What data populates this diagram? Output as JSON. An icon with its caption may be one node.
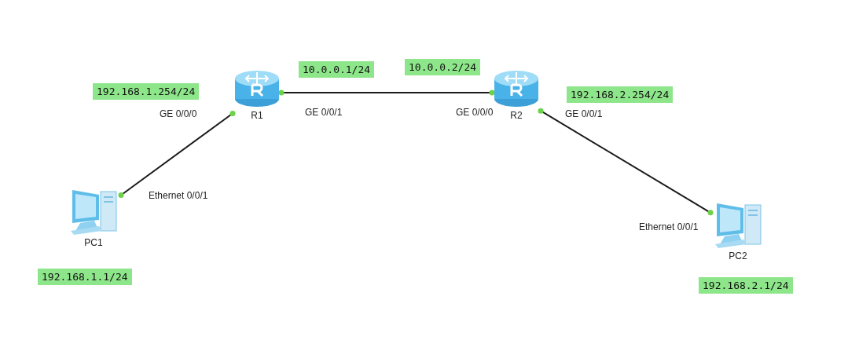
{
  "diagram": {
    "nodes": [
      {
        "text": [
          "R1"
        ],
        "beside": [
          "192.168.1.254/24",
          "10.0.0.1/24"
        ]
      },
      {
        "text": [
          "R2"
        ],
        "beside": [
          "10.0.0.2/24",
          "192.168.2.254/24"
        ]
      },
      {
        "text": [
          "PC1"
        ],
        "beside": [
          "192.168.1.1/24"
        ]
      },
      {
        "text": [
          "PC2"
        ],
        "beside": [
          "192.168.2.1/24"
        ]
      }
    ],
    "edges": [
      {
        "from": 2,
        "to": 0,
        "arrow": "other"
      },
      {
        "from": 0,
        "to": 1,
        "arrow": "other"
      },
      {
        "from": 1,
        "to": 3,
        "arrow": "other"
      }
    ],
    "labels": [
      "GE 0/0/0",
      "GE 0/0/1",
      "GE 0/0/0",
      "GE 0/0/1",
      "Ethernet 0/0/1",
      "Ethernet 0/0/1"
    ]
  }
}
